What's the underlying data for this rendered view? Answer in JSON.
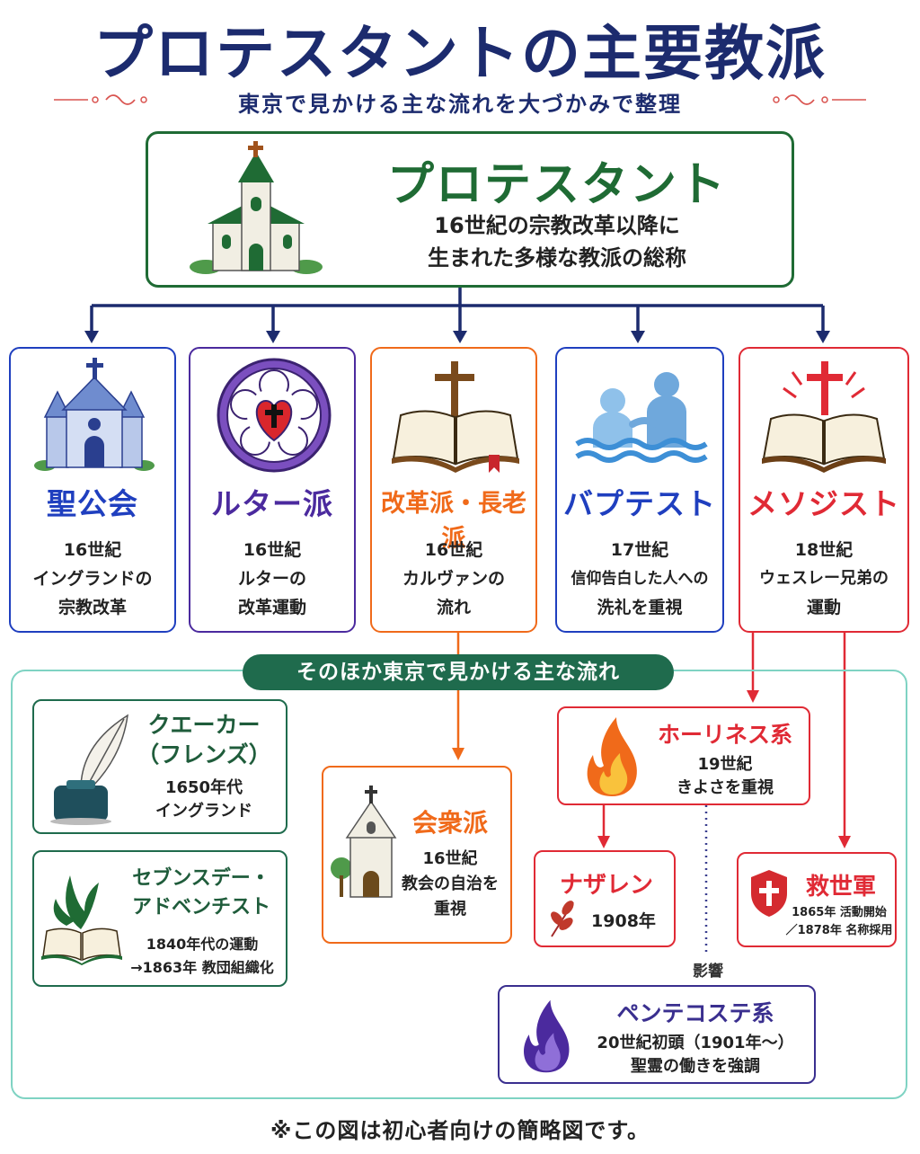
{
  "title": "プロテスタントの主要教派",
  "subtitle": "東京で見かける主な流れを大づかみで整理",
  "root": {
    "name": "プロテスタント",
    "desc1": "16世紀の宗教改革以降に",
    "desc2": "生まれた多様な教派の総称"
  },
  "branches": [
    {
      "name": "聖公会",
      "line1": "16世紀",
      "line2": "イングランドの",
      "line3": "宗教改革",
      "color": "#1f3fbf"
    },
    {
      "name": "ルター派",
      "line1": "16世紀",
      "line2": "ルターの",
      "line3": "改革運動",
      "color": "#4b2a9e"
    },
    {
      "name": "改革派・長老派",
      "line1": "16世紀",
      "line2": "カルヴァンの",
      "line3": "流れ",
      "color": "#f06a1a"
    },
    {
      "name": "バプテスト",
      "line1": "17世紀",
      "line2": "信仰告白した人への",
      "line3": "洗礼を重視",
      "color": "#1f3fbf"
    },
    {
      "name": "メソジスト",
      "line1": "18世紀",
      "line2": "ウェスレー兄弟の",
      "line3": "運動",
      "color": "#e02a35"
    }
  ],
  "others_label": "そのほか東京で見かける主な流れ",
  "quaker": {
    "name1": "クエーカー",
    "name2": "（フレンズ）",
    "line1": "1650年代",
    "line2": "イングランド"
  },
  "adventist": {
    "name1": "セブンスデー・",
    "name2": "アドベンチスト",
    "line1": "1840年代の運動",
    "line2": "→1863年 教団組織化"
  },
  "congregational": {
    "name": "会衆派",
    "line1": "16世紀",
    "line2": "教会の自治を",
    "line3": "重視"
  },
  "holiness": {
    "name": "ホーリネス系",
    "line1": "19世紀",
    "line2": "きよさを重視"
  },
  "nazarene": {
    "name": "ナザレン",
    "line1": "1908年"
  },
  "salvation": {
    "name": "救世軍",
    "line1": "1865年 活動開始",
    "line2": "／1878年 名称採用"
  },
  "pentecostal": {
    "name": "ペンテコステ系",
    "line1": "20世紀初頭（1901年〜）",
    "line2": "聖霊の働きを強調"
  },
  "influence_label": "影響",
  "footnote": "※この図は初心者向けの簡略図です。",
  "colors": {
    "navy": "#1c2b6e",
    "green": "#1f6b34",
    "orange": "#f06a1a",
    "red": "#e02a35",
    "purple": "#4b2a9e",
    "blue": "#1f3fbf",
    "teal": "#7fd3c3"
  }
}
